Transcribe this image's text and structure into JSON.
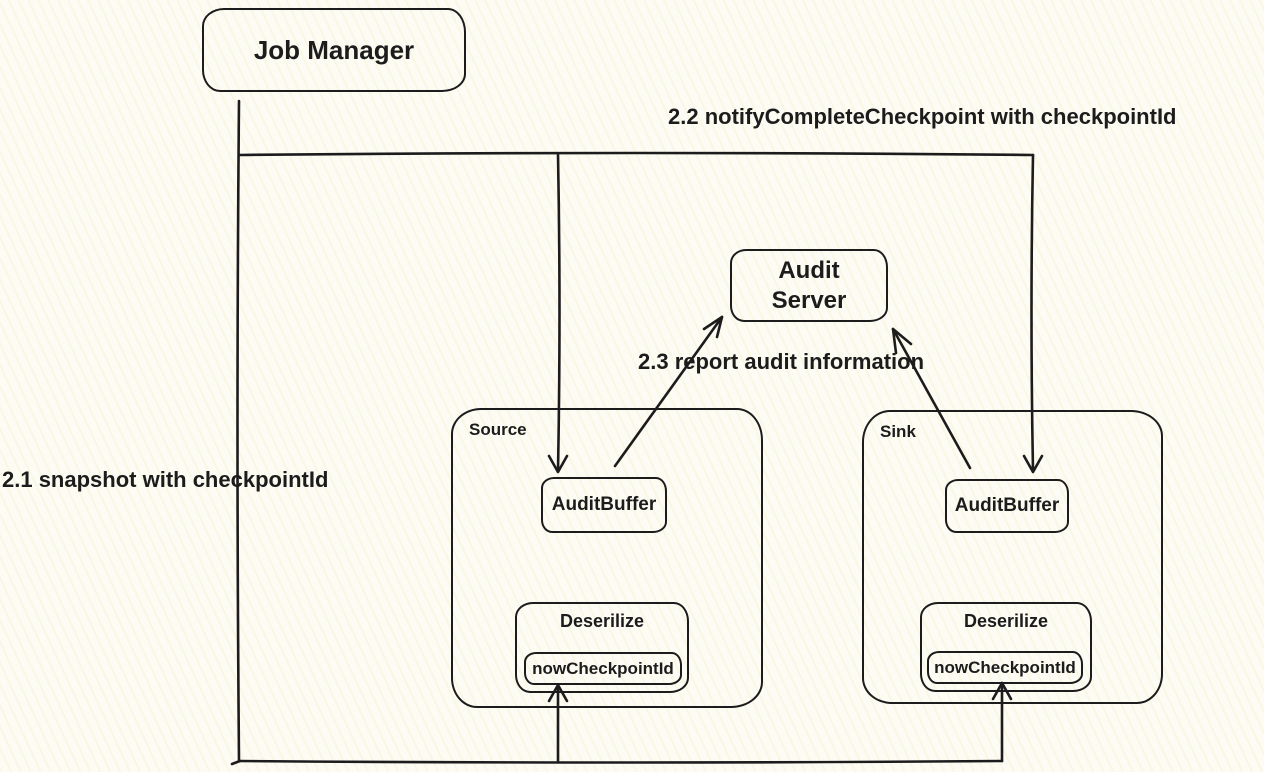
{
  "canvas": {
    "background": "#fdfcf4",
    "ink": "#1c1c1c"
  },
  "nodes": {
    "job_manager": {
      "label": "Job Manager"
    },
    "audit_server": {
      "label": "Audit\nServer"
    },
    "source": {
      "title": "Source",
      "audit_buffer_label": "AuditBuffer",
      "deserilize_label": "Deserilize",
      "checkpoint_label": "nowCheckpointId"
    },
    "sink": {
      "title": "Sink",
      "audit_buffer_label": "AuditBuffer",
      "deserilize_label": "Deserilize",
      "checkpoint_label": "nowCheckpointId"
    }
  },
  "annotations": {
    "step_2_1": "2.1 snapshot with checkpointId",
    "step_2_2": "2.2 notifyCompleteCheckpoint with checkpointId",
    "step_2_3": "2.3 report audit information"
  }
}
